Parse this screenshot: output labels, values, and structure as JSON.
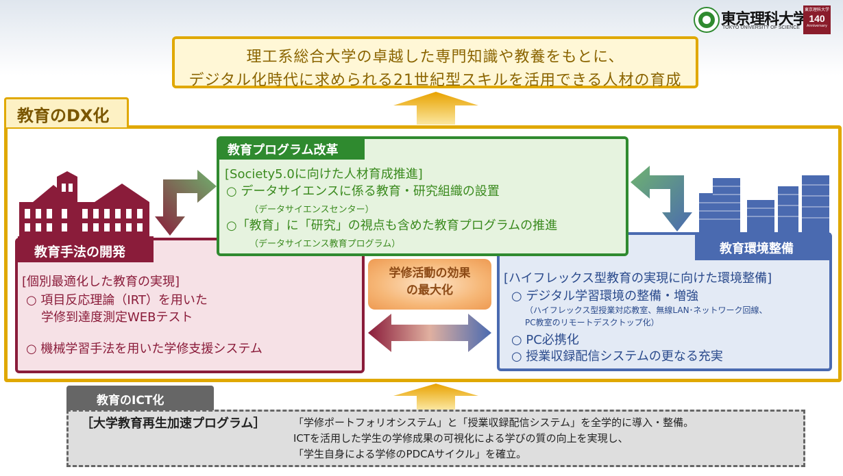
{
  "logo": {
    "name_jp": "東京理科大学",
    "name_en": "TOKYO UNIVERSITY OF SCIENCE",
    "badge_top": "東京理科大学",
    "badge_num": "140",
    "badge_bottom": "Anniversary"
  },
  "goal": {
    "line1": "理工系総合大学の卓越した専門知識や教養をもとに、",
    "line2": "デジタル化時代に求められる21世紀型スキルを活用できる人材の育成"
  },
  "dx": {
    "label": "教育のDX化"
  },
  "program": {
    "title": "教育プログラム改革",
    "subtitle": "[Society5.0に向けた人材育成推進]",
    "item1": "○ データサイエンスに係る教育・研究組織の設置",
    "note1": "（データサイエンスセンター）",
    "item2": "○「教育」に「研究」の視点も含めた教育プログラムの推進",
    "note2": "（データサイエンス教育プログラム）"
  },
  "method": {
    "title": "教育手法の開発",
    "subtitle": "[個別最適化した教育の実現]",
    "item1": "○ 項目反応理論（IRT）を用いた",
    "item1b": "学修到達度測定WEBテスト",
    "item2": "○ 機械学習手法を用いた学修支援システム"
  },
  "environment": {
    "title": "教育環境整備",
    "subtitle": "[ハイフレックス型教育の実現に向けた環境整備]",
    "item1": "○ デジタル学習環境の整備・増強",
    "note1": "（ハイフレックス型授業対応教室、無線LAN･ネットワーク回線、",
    "note2": "PC教室のリモートデスクトップ化）",
    "item2": "○ PC必携化",
    "item3": "○ 授業収録配信システムの更なる充実"
  },
  "effect": {
    "line1": "学修活動の効果",
    "line2": "の最大化"
  },
  "ict": {
    "label": "教育のICT化",
    "program": "［大学教育再生加速プログラム］",
    "line1": "「学修ポートフォリオシステム」と「授業収録配信システム」を全学的に導入・整備。",
    "line2": "ICTを活用した学生の学修成果の可視化による学びの質の向上を実現し、",
    "line3": "「学生自身による学修のPDCAサイクル」を確立。"
  },
  "colors": {
    "gold": "#e0a800",
    "maroon": "#8a1c3a",
    "green": "#2f8a2f",
    "blue": "#4a6ab0",
    "orange": "#f6b777",
    "gray": "#666666"
  }
}
